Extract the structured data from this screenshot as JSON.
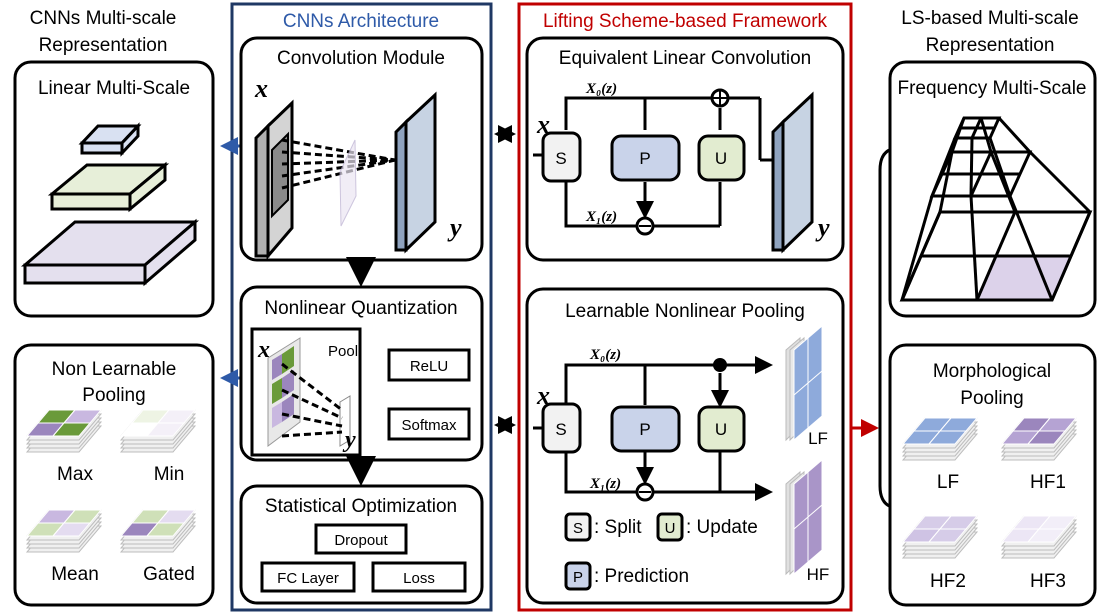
{
  "titles": {
    "cnn_multiscale_line1": "CNNs Multi-scale",
    "cnn_multiscale_line2": "Representation",
    "cnn_arch": "CNNs Architecture",
    "lifting": "Lifting Scheme-based Framework",
    "ls_multiscale_line1": "LS-based  Multi-scale",
    "ls_multiscale_line2": "Representation"
  },
  "left": {
    "linear_multiscale": "Linear Multi-Scale",
    "non_learnable_line1": "Non Learnable",
    "non_learnable_line2": "Pooling",
    "pools": [
      "Max",
      "Min",
      "Mean",
      "Gated"
    ]
  },
  "cnn": {
    "conv_module": "Convolution Module",
    "x": "x",
    "y": "y",
    "nonlinear_quant": "Nonlinear Quantization",
    "pool": "Pool",
    "relu": "ReLU",
    "softmax": "Softmax",
    "stat_opt": "Statistical Optimization",
    "dropout": "Dropout",
    "fc_layer": "FC Layer",
    "loss": "Loss"
  },
  "lifting": {
    "equiv_conv": "Equivalent Linear Convolution",
    "learnable_pool": "Learnable Nonlinear Pooling",
    "x0": "X₀(z)",
    "x1": "X₁(z)",
    "s": "S",
    "p": "P",
    "u": "U",
    "lf": "LF",
    "hf": "HF",
    "legend_split": ": Split",
    "legend_update": ": Update",
    "legend_prediction": ": Prediction"
  },
  "right": {
    "frequency_multiscale": "Frequency Multi-Scale",
    "morph_line1": "Morphological",
    "morph_line2": "Pooling",
    "bands": [
      "LF",
      "HF1",
      "HF2",
      "HF3"
    ]
  },
  "colors": {
    "blue_frame": "#1f3864",
    "red_frame": "#c00000",
    "blue_arrow": "#2e5aa8",
    "p_fill": "#c9d3ea",
    "u_fill": "#e2ecd0",
    "s_fill": "#f2f2f2",
    "green": "#6a9a3a",
    "purple": "#9b86bd",
    "blue_cell": "#8eaadb"
  }
}
